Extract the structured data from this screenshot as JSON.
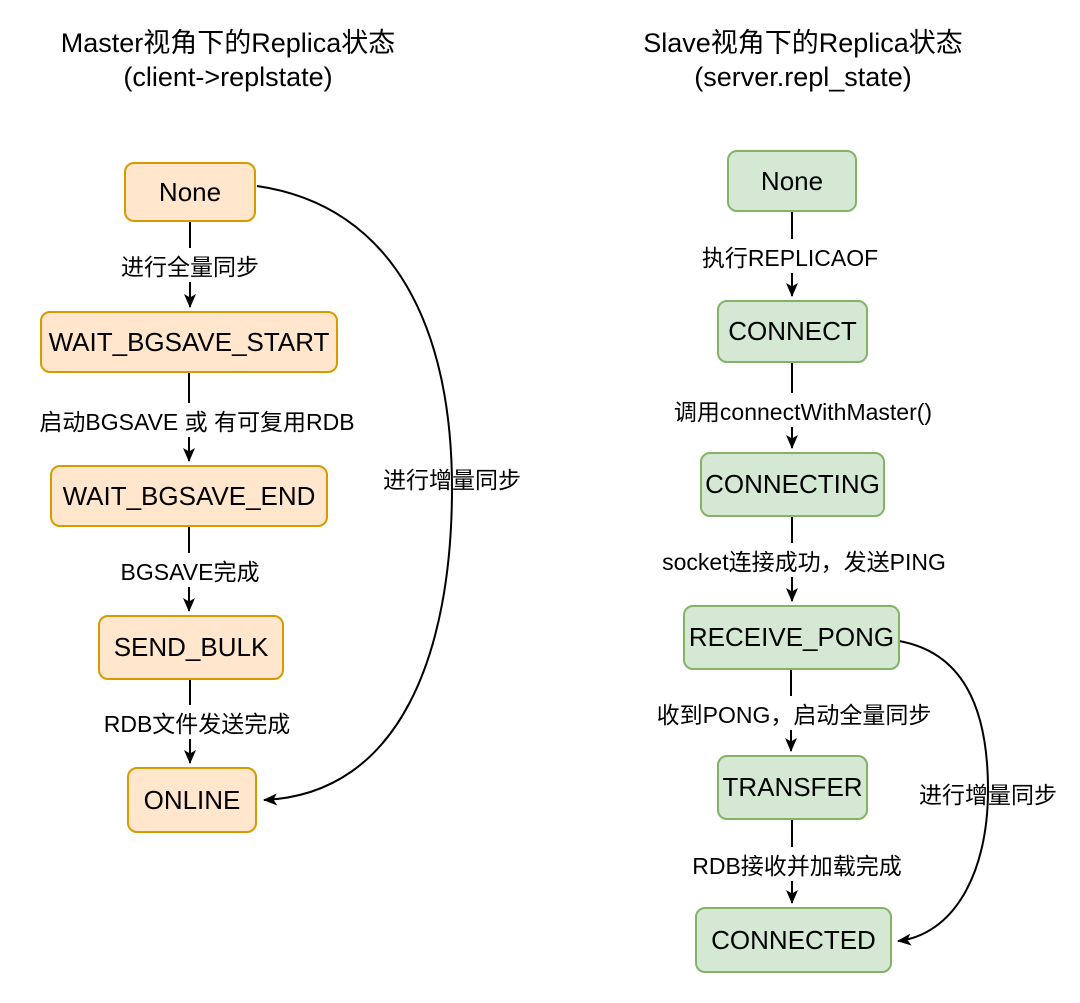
{
  "colors": {
    "master_fill": "#ffe6cc",
    "master_border": "#d79b00",
    "slave_fill": "#d5e8d4",
    "slave_border": "#82b366",
    "edge": "#000000",
    "text": "#000000",
    "background": "#ffffff"
  },
  "master": {
    "title": "Master视角下的Replica状态",
    "subtitle": "(client->replstate)",
    "nodes": {
      "none": "None",
      "wait_bgsave_start": "WAIT_BGSAVE_START",
      "wait_bgsave_end": "WAIT_BGSAVE_END",
      "send_bulk": "SEND_BULK",
      "online": "ONLINE"
    },
    "edges": {
      "full_sync": "进行全量同步",
      "bgsave_or_rdb": "启动BGSAVE 或 有可复用RDB",
      "bgsave_done": "BGSAVE完成",
      "rdb_sent": "RDB文件发送完成",
      "partial_sync": "进行增量同步"
    }
  },
  "slave": {
    "title": "Slave视角下的Replica状态",
    "subtitle": "(server.repl_state)",
    "nodes": {
      "none": "None",
      "connect": "CONNECT",
      "connecting": "CONNECTING",
      "receive_pong": "RECEIVE_PONG",
      "transfer": "TRANSFER",
      "connected": "CONNECTED"
    },
    "edges": {
      "replicaof": "执行REPLICAOF",
      "connect_with_master": "调用connectWithMaster()",
      "socket_ok_ping": "socket连接成功，发送PING",
      "pong_full_sync": "收到PONG，启动全量同步",
      "rdb_loaded": "RDB接收并加载完成",
      "partial_sync": "进行增量同步"
    }
  }
}
